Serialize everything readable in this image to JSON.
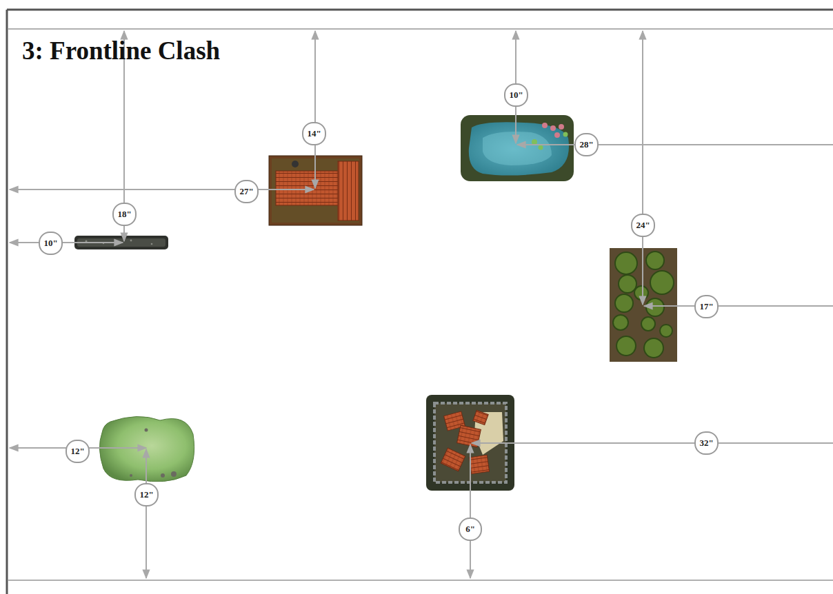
{
  "diagram": {
    "title": "3: Frontline Clash",
    "labels": [
      "10\"",
      "14\"",
      "28\"",
      "27\"",
      "18\"",
      "24\"",
      "10\"",
      "17\"",
      "12\"",
      "12\"",
      "32\"",
      "6\""
    ]
  }
}
